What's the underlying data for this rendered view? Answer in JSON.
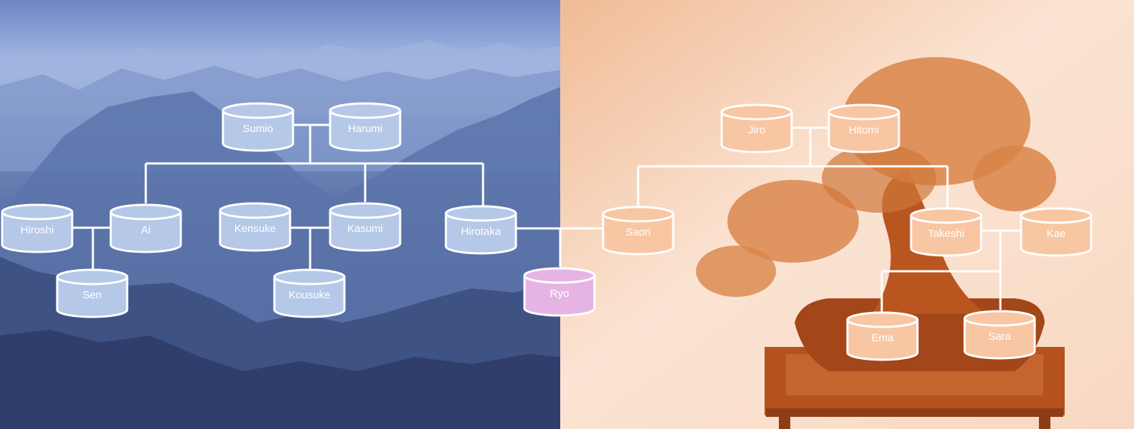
{
  "colors": {
    "left_node": "#b6c8e8",
    "right_node": "#f8c6a2",
    "child_node": "#e6b4e4",
    "connector": "#ffffff",
    "label": "#ffffff"
  },
  "left_family": {
    "parents": [
      "Sumio",
      "Harumi"
    ],
    "children": [
      "Hiroshi",
      "Ai",
      "Kensuke",
      "Kasumi",
      "Hirotaka"
    ],
    "grandchildren": [
      "Sen",
      "Kousuke"
    ]
  },
  "right_family": {
    "parents": [
      "Jiro",
      "Hitomi"
    ],
    "children": [
      "Saori",
      "Takeshi",
      "Kae"
    ],
    "grandchildren": [
      "Ema",
      "Sara"
    ]
  },
  "couple_child": "Ryo"
}
